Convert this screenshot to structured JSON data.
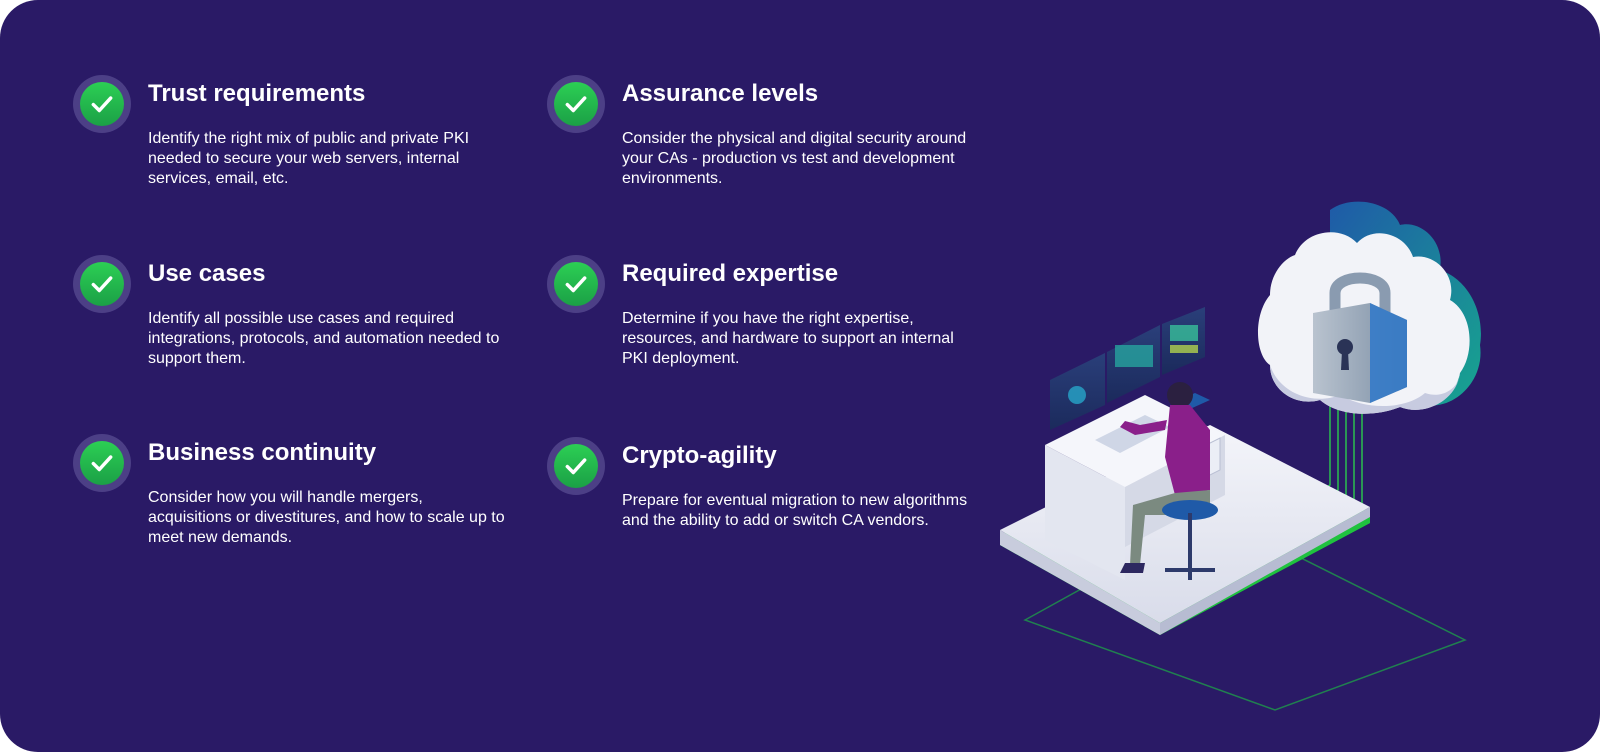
{
  "items": [
    {
      "title": "Trust requirements",
      "description": "Identify the right mix of public and private PKI needed to secure your web servers, internal services, email, etc."
    },
    {
      "title": "Assurance levels",
      "description": "Consider the physical and digital security around your CAs - production vs test and development environments."
    },
    {
      "title": "Use cases",
      "description": "Identify all possible use cases and required integrations, protocols, and automation needed to support them."
    },
    {
      "title": "Required expertise",
      "description": "Determine if you have the right expertise, resources, and hardware to support an internal PKI deployment."
    },
    {
      "title": "Business continuity",
      "description": "Consider how you will handle mergers, acquisitions or divestitures, and how to scale up to meet new demands."
    },
    {
      "title": "Crypto-agility",
      "description": "Prepare for eventual migration to new algorithms and the ability to add or switch CA vendors."
    }
  ],
  "icons": {
    "check": "check-circle-icon",
    "cloud": "cloud-icon",
    "padlock": "padlock-icon"
  },
  "colors": {
    "background": "#2a1a66",
    "check_green": "#22b84c",
    "check_ring": "#4c3f86",
    "platform_green": "#1fc23f",
    "text": "#ffffff"
  }
}
